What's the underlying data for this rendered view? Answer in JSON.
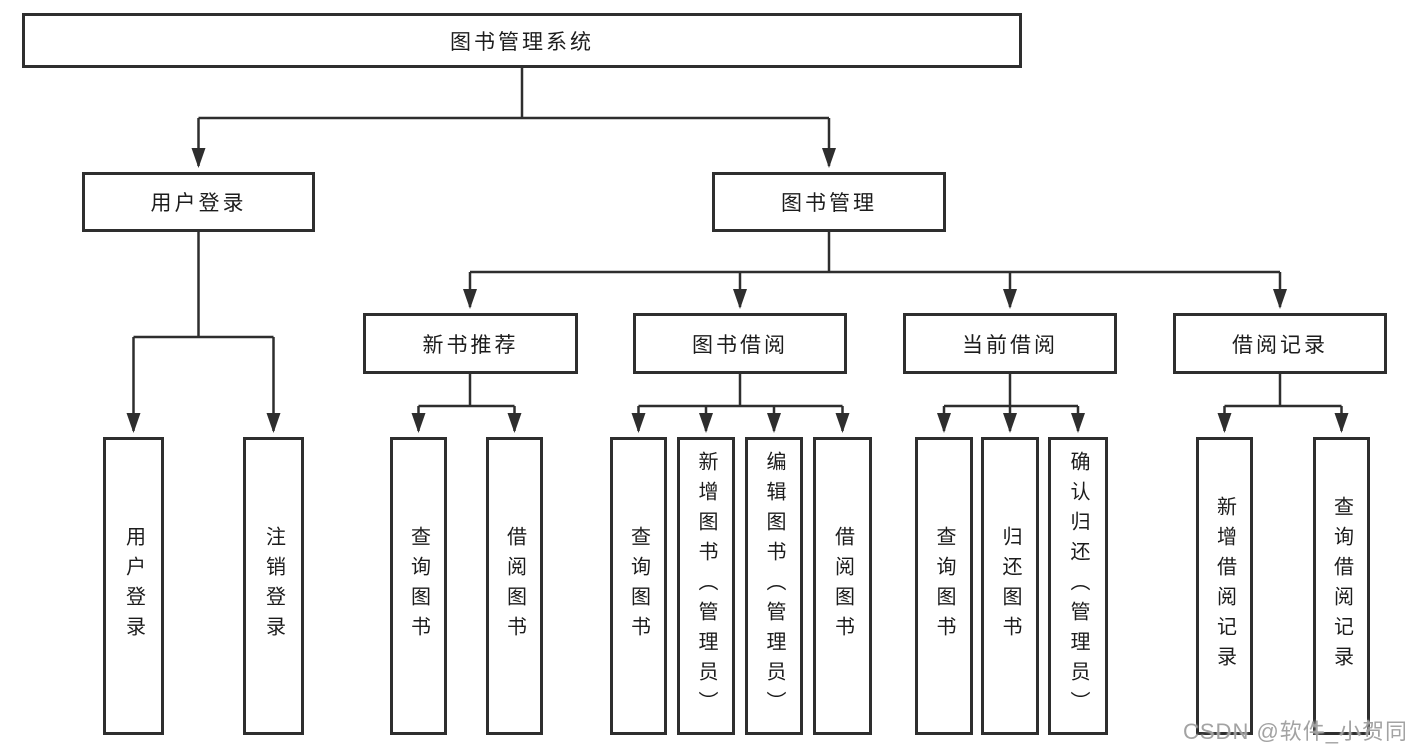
{
  "tree": {
    "label": "图书管理系统",
    "children": [
      {
        "label": "用户登录",
        "children": [
          {
            "label": "用户登录"
          },
          {
            "label": "注销登录"
          }
        ]
      },
      {
        "label": "图书管理",
        "children": [
          {
            "label": "新书推荐",
            "children": [
              {
                "label": "查询图书"
              },
              {
                "label": "借阅图书"
              }
            ]
          },
          {
            "label": "图书借阅",
            "children": [
              {
                "label": "查询图书"
              },
              {
                "label": "新增图书（管理员）"
              },
              {
                "label": "编辑图书（管理员）"
              },
              {
                "label": "借阅图书"
              }
            ]
          },
          {
            "label": "当前借阅",
            "children": [
              {
                "label": "查询图书"
              },
              {
                "label": "归还图书"
              },
              {
                "label": "确认归还（管理员）"
              }
            ]
          },
          {
            "label": "借阅记录",
            "children": [
              {
                "label": "新增借阅记录"
              },
              {
                "label": "查询借阅记录"
              }
            ]
          }
        ]
      }
    ]
  },
  "watermark": {
    "text": "CSDN @软件_小贺同学"
  },
  "colors": {
    "line": "#2e2e2e",
    "box_border": "#2e2e2e",
    "text": "#1c1c1c",
    "watermark": "#9e9e9e",
    "background": "#ffffff"
  }
}
